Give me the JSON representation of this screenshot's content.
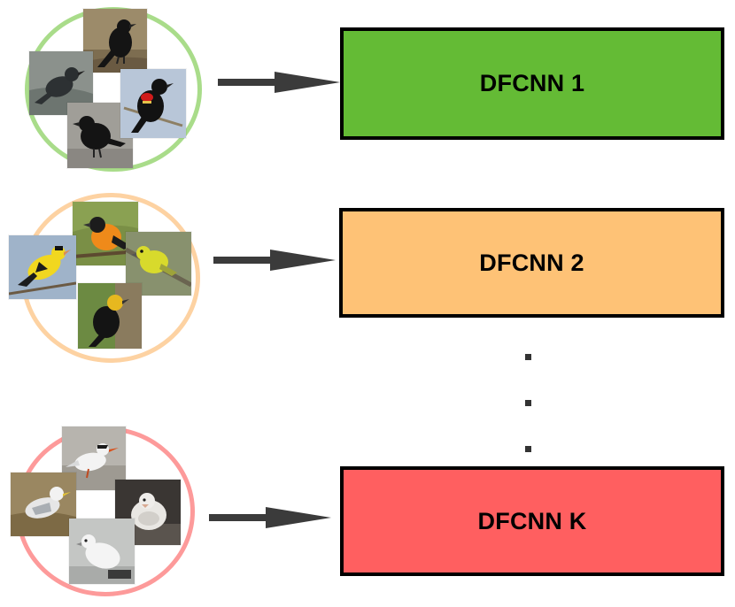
{
  "models": [
    {
      "label": "DFCNN 1",
      "fill": "#64bb35",
      "ring": "#a9dc8a"
    },
    {
      "label": "DFCNN 2",
      "fill": "#fec276",
      "ring": "#fdd2a2"
    },
    {
      "label": "DFCNN K",
      "fill": "#ff5f60",
      "ring": "#fd9a9a"
    }
  ],
  "ellipsis": ".",
  "colors": {
    "arrow": "#3b3b3b",
    "border": "#000000",
    "dots": "#333333"
  },
  "icons": {
    "cluster_1": [
      "blackbird-icon",
      "grackle-icon",
      "red-winged-blackbird-icon",
      "black-bird-icon"
    ],
    "cluster_2": [
      "goldfinch-icon",
      "oriole-icon",
      "yellow-warbler-icon",
      "yellow-headed-blackbird-icon"
    ],
    "cluster_3": [
      "tern-icon",
      "gull-icon",
      "white-pigeon-icon",
      "white-dove-icon"
    ]
  }
}
